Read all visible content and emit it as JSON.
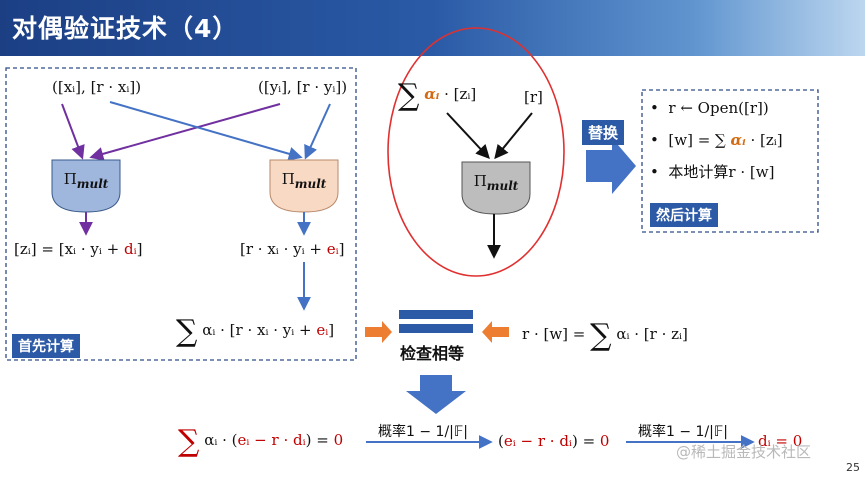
{
  "header": {
    "title": "对偶验证技术（4）"
  },
  "left_panel": {
    "input_x": "([xᵢ], [r · xᵢ])",
    "input_y": "([yᵢ], [r · yᵢ])",
    "gate_label": "Π",
    "gate_sub": "mult",
    "out1_prefix": "[zᵢ] = [xᵢ · yᵢ + ",
    "out1_red": "dᵢ",
    "out1_suffix": "]",
    "out2_prefix": "[r · xᵢ · yᵢ + ",
    "out2_red": "eᵢ",
    "out2_suffix": "]",
    "sum_prefix": "αᵢ · [r · xᵢ · yᵢ + ",
    "sum_red": "eᵢ",
    "sum_suffix": "]",
    "tag": "首先计算"
  },
  "middle": {
    "sum_alpha": "αᵢ",
    "sum_z": " · [zᵢ]",
    "r_label": "[r]",
    "gate_label": "Π",
    "gate_sub": "mult"
  },
  "replace": {
    "label": "替换"
  },
  "right_panel": {
    "items": [
      {
        "bullet": "•",
        "text": "r ← Open([r])"
      },
      {
        "bullet": "•",
        "prefix": "[w] = ∑ ",
        "alpha": "αᵢ",
        "suffix": " · [zᵢ]"
      },
      {
        "bullet": "•",
        "text": "本地计算r · [w]"
      }
    ],
    "tag": "然后计算"
  },
  "check": {
    "label": "检查相等",
    "right_expr_prefix": "r · [w] = ",
    "right_expr_suffix": "αᵢ · [r · zᵢ]"
  },
  "bottom": {
    "eq1_prefix": "αᵢ · (",
    "eq1_red": "eᵢ − r · dᵢ",
    "eq1_suffix": ") = ",
    "eq1_zero": "0",
    "arrow1_label": "概率1 − 1/|𝔽|",
    "eq2_prefix": "(",
    "eq2_red": "eᵢ − r · dᵢ",
    "eq2_suffix": ") = ",
    "eq2_zero": "0",
    "arrow2_label": "概率1 − 1/|𝔽|",
    "eq3_red": "dᵢ = 0"
  },
  "watermark": "@稀土掘金技术社区",
  "page_number": "25",
  "colors": {
    "header": "#2a5aa6",
    "gate_blue": "#9fb6dd",
    "gate_peach": "#f8d9c4",
    "gate_gray": "#bdbdbd",
    "arrow_purple": "#7030a0",
    "arrow_blue": "#4472c4",
    "accent_red": "#c00000",
    "orange": "#ed7d31"
  }
}
